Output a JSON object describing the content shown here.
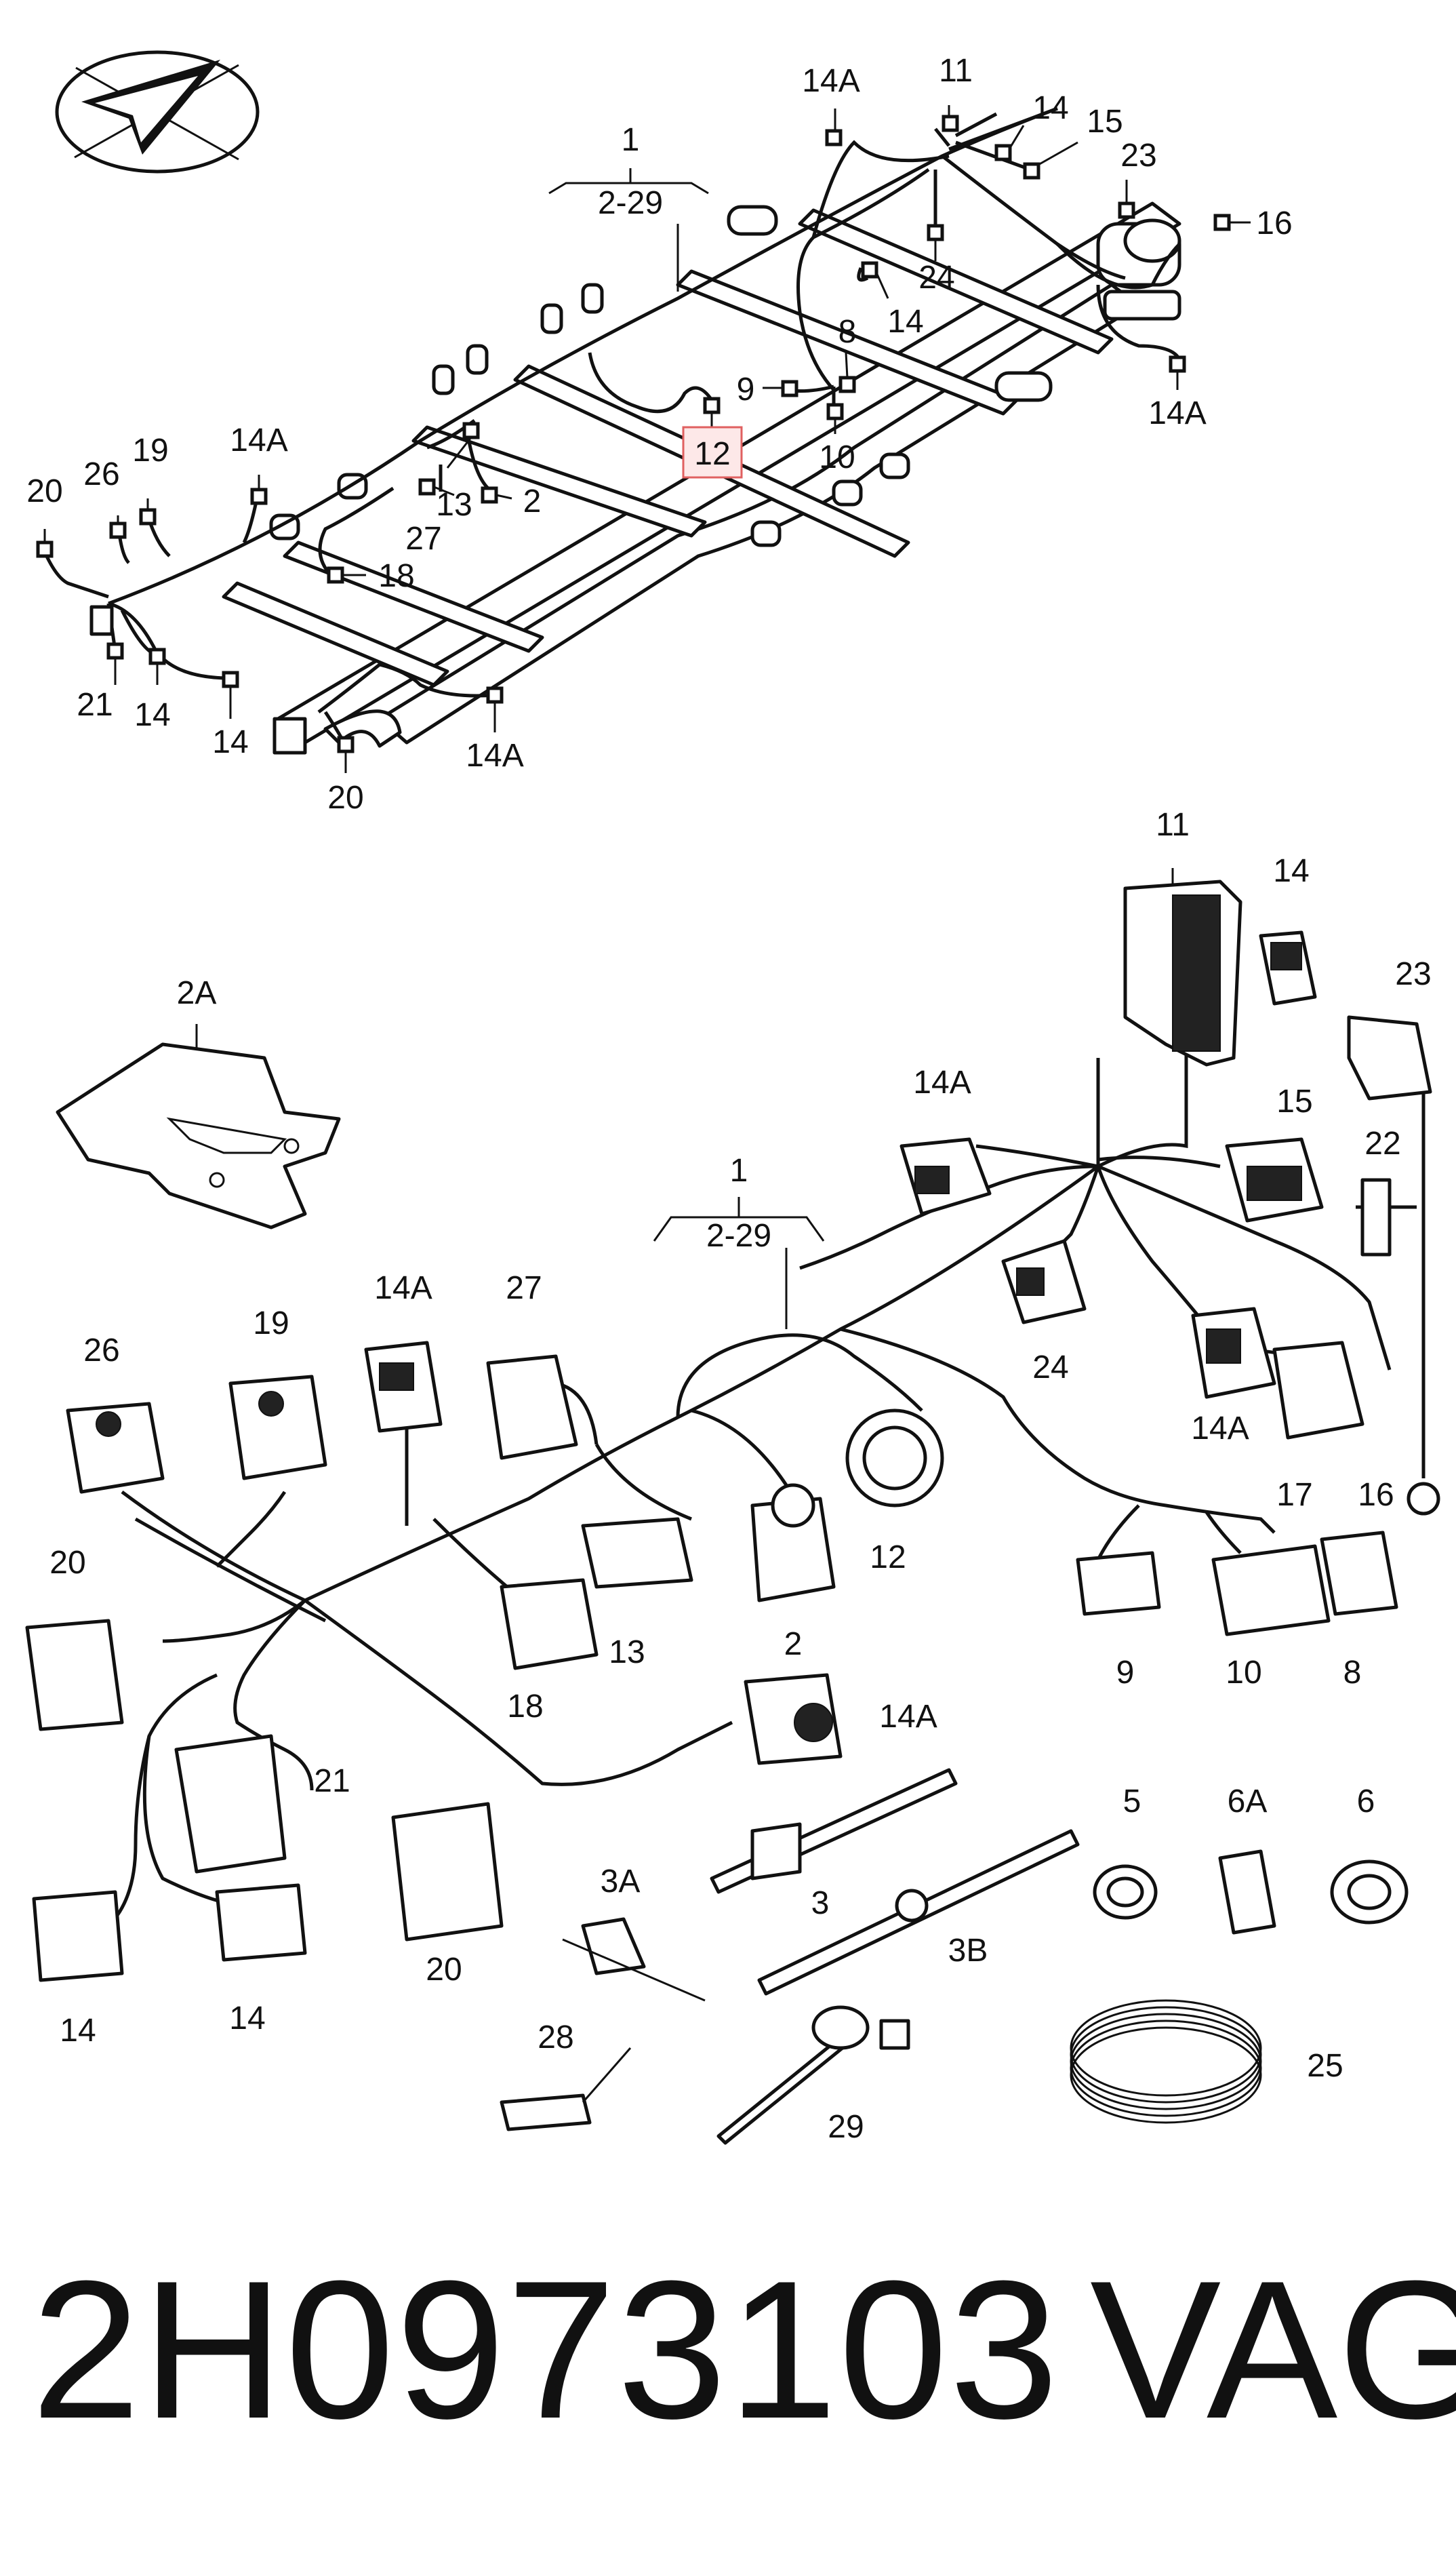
{
  "top": {
    "group_label": "1",
    "group_range": "2-29",
    "callouts": [
      "14A",
      "11",
      "14",
      "15",
      "23",
      "16",
      "24",
      "14",
      "8",
      "9",
      "10",
      "12",
      "14A",
      "20",
      "26",
      "19",
      "14A",
      "13",
      "2",
      "27",
      "18",
      "21",
      "14",
      "14",
      "14A",
      "20"
    ]
  },
  "bottom": {
    "group_label": "1",
    "group_range": "2-29",
    "callouts": [
      "11",
      "14",
      "23",
      "2A",
      "14A",
      "15",
      "22",
      "24",
      "14A",
      "17",
      "16",
      "19",
      "26",
      "14A",
      "27",
      "12",
      "2",
      "13",
      "18",
      "20",
      "9",
      "10",
      "8",
      "21",
      "14A",
      "20",
      "14",
      "14",
      "3A",
      "3",
      "5",
      "6A",
      "6",
      "3B",
      "28",
      "29",
      "25"
    ]
  },
  "footer": {
    "part_number": "2H0973103",
    "brand": "VAG"
  }
}
